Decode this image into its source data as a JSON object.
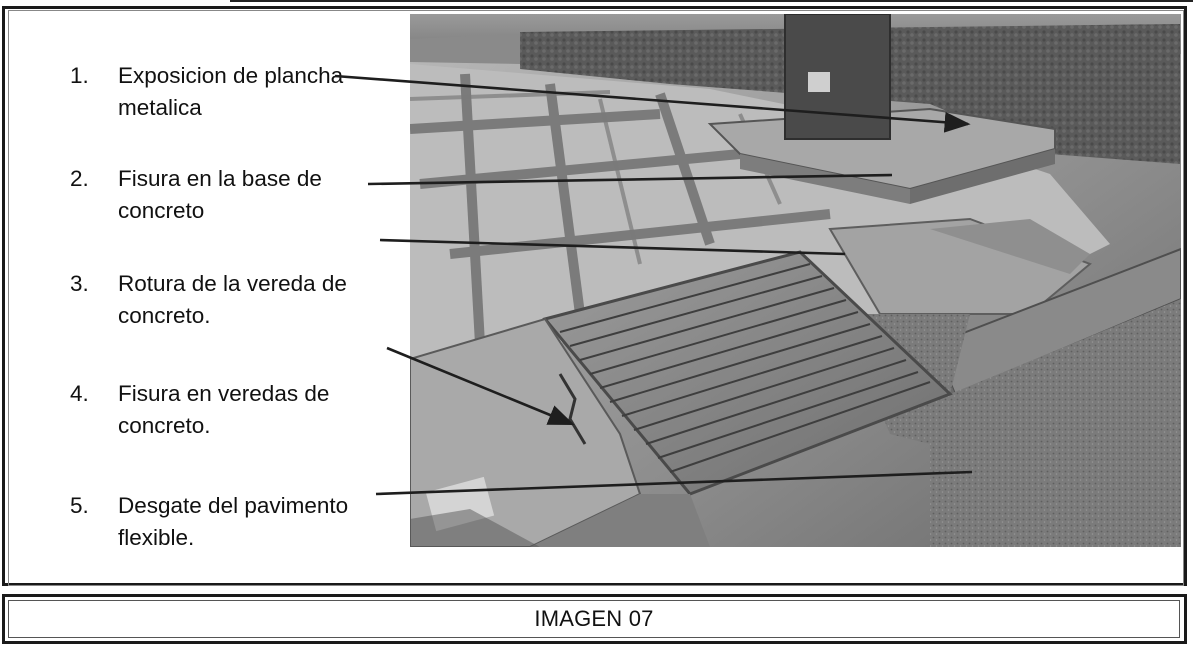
{
  "observations": [
    {
      "number": "1.",
      "text": "Exposicion de plancha metalica"
    },
    {
      "number": "2.",
      "text": "Fisura en la base de concreto"
    },
    {
      "number": "3.",
      "text": "Rotura de la vereda de concreto."
    },
    {
      "number": "4.",
      "text": "Fisura en veredas de concreto."
    },
    {
      "number": "5.",
      "text": "Desgate del pavimento flexible."
    }
  ],
  "caption": "IMAGEN 07",
  "colors": {
    "border": "#1a1a1a",
    "text": "#111111",
    "leader": "#1e1e1e"
  }
}
